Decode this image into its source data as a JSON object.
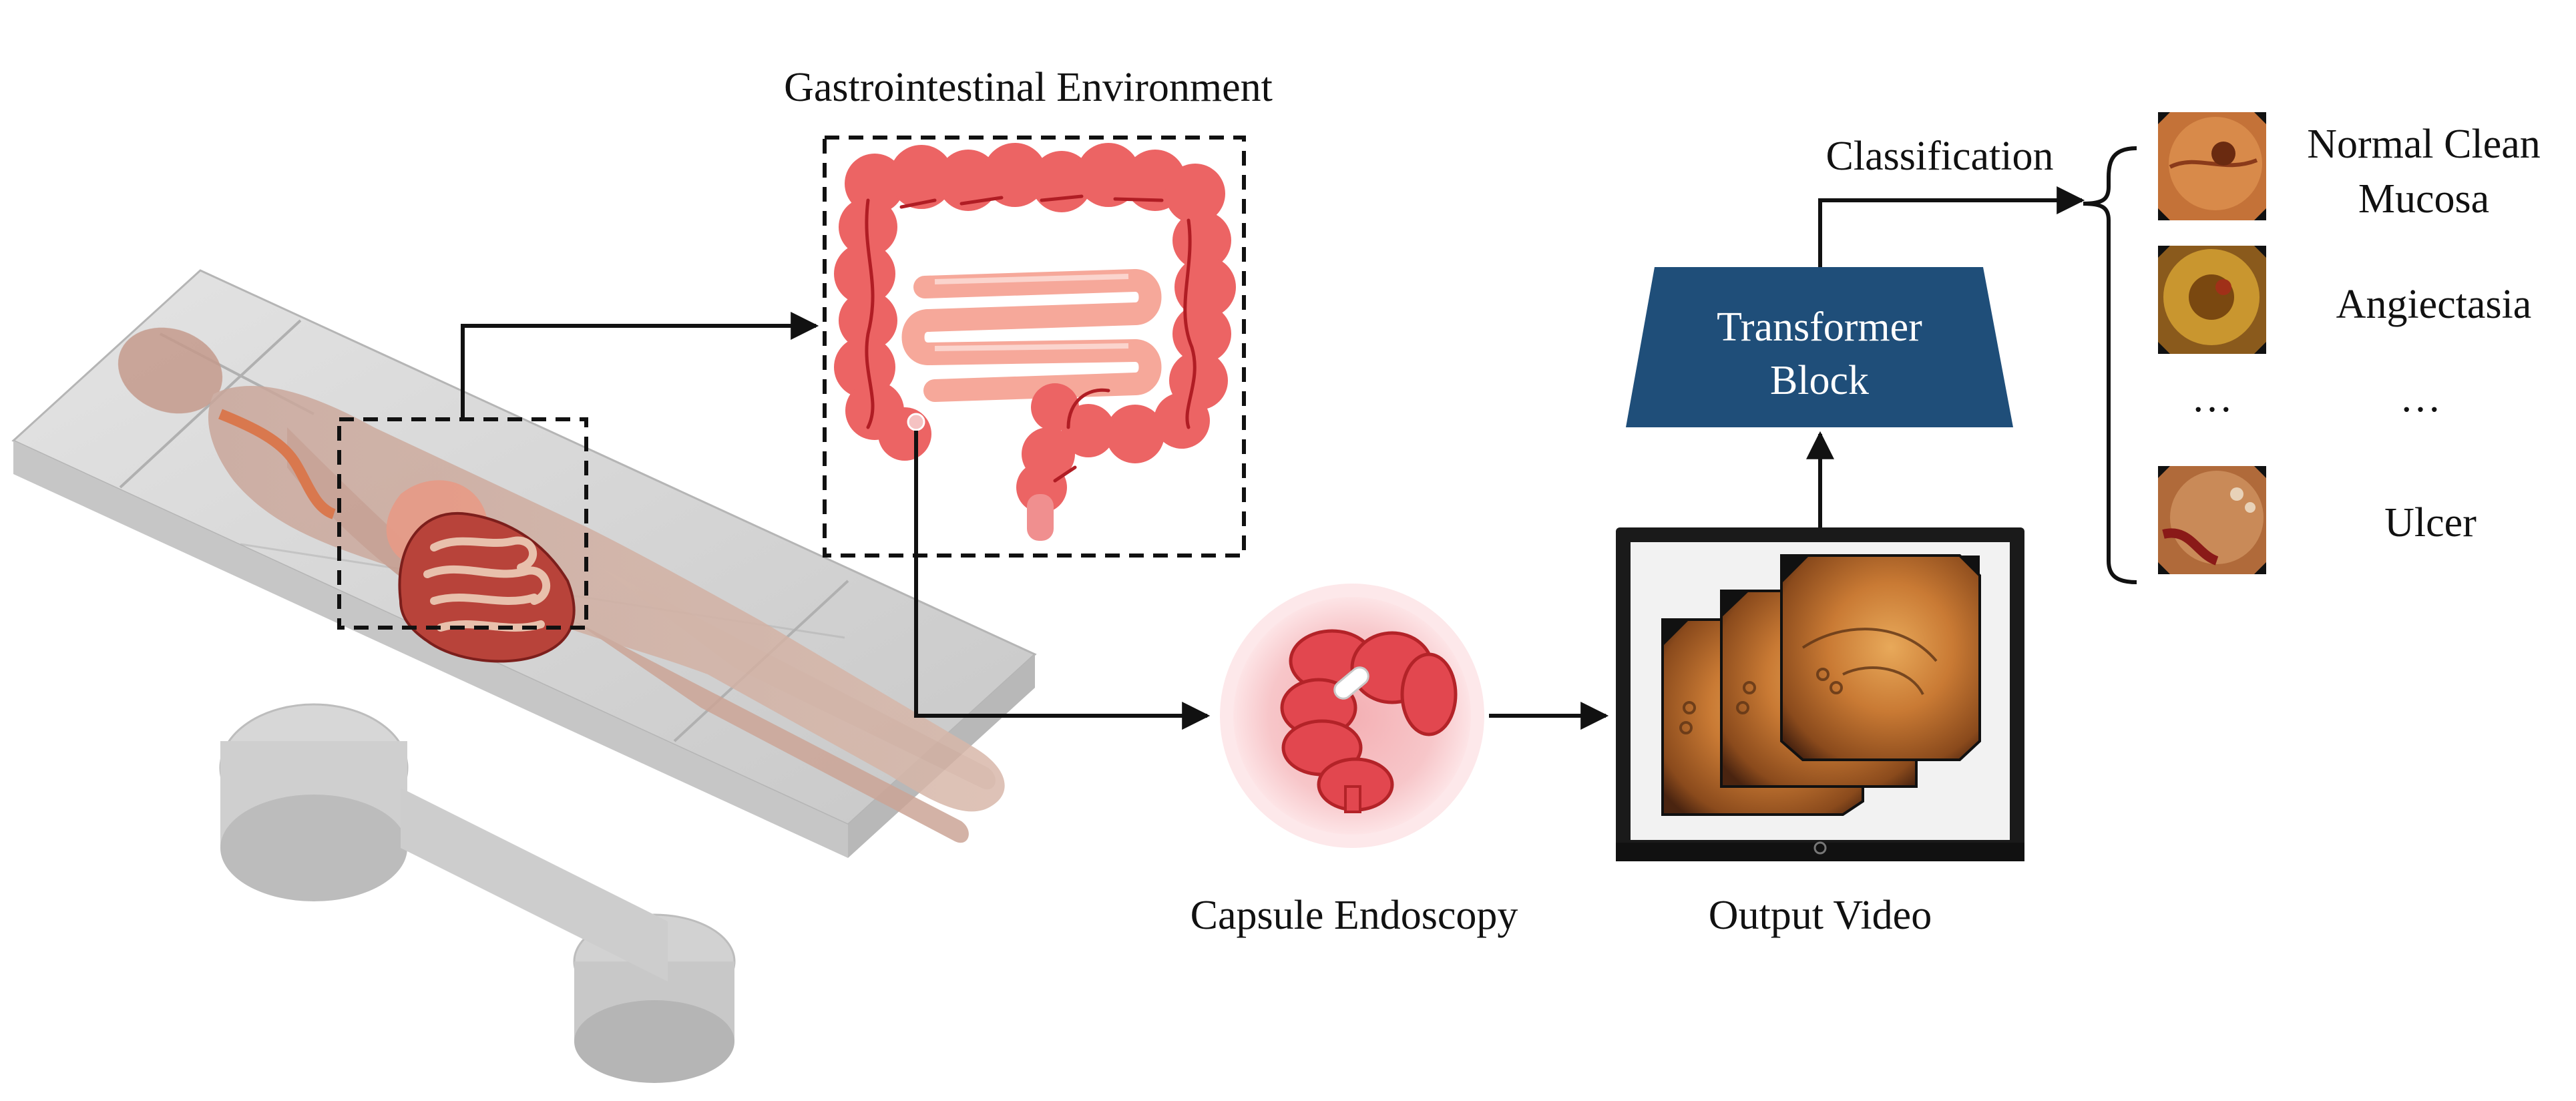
{
  "labels": {
    "gi_environment": "Gastrointestinal  Environment",
    "classification": "Classification",
    "transformer_line1": "Transformer",
    "transformer_line2": "Block",
    "capsule_endoscopy": "Capsule Endoscopy",
    "output_video": "Output Video"
  },
  "classes": {
    "normal_line1": "Normal Clean",
    "normal_line2": "Mucosa",
    "angiectasia": "Angiectasia",
    "ellipsis_left": "…",
    "ellipsis_right": "…",
    "ulcer": "Ulcer"
  },
  "colors": {
    "transformer_fill": "#1f4e79",
    "colon_red": "#ec6464",
    "small_intestine_pink": "#f6a89a",
    "endoscopy_brown": "#b8692c",
    "arrow": "#111111"
  },
  "icons": [
    "patient-on-table-icon",
    "colon-icon",
    "capsule-icon",
    "monitor-icon",
    "endoscopy-thumbnail-icon"
  ]
}
